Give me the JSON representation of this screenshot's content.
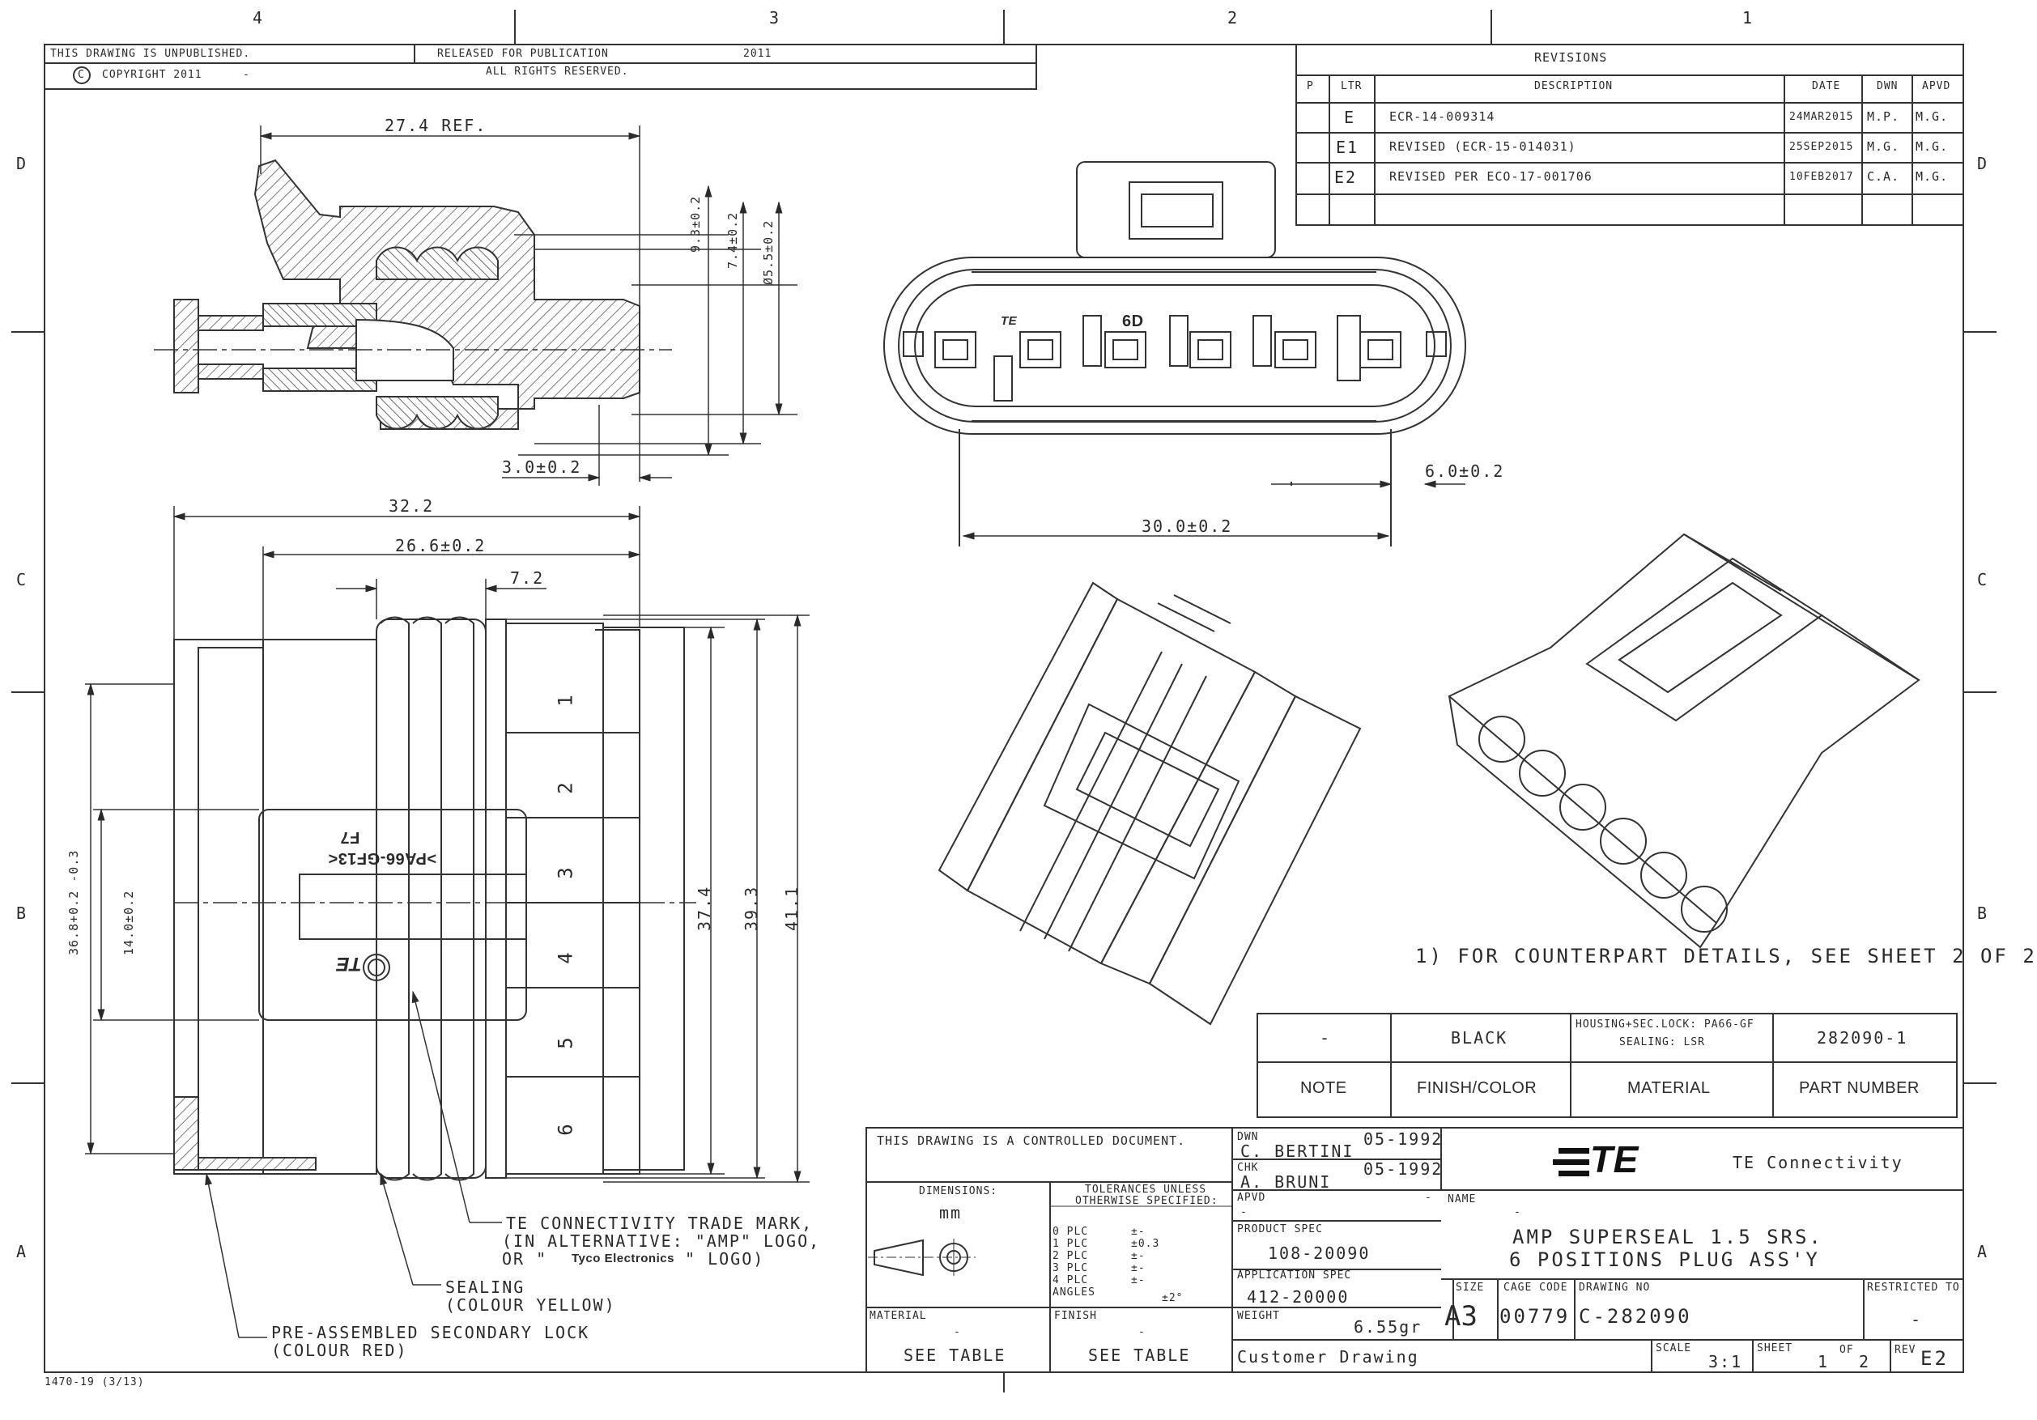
{
  "zones": {
    "columns": [
      "4",
      "3",
      "2",
      "1"
    ],
    "rows": [
      "D",
      "C",
      "B",
      "A"
    ]
  },
  "header": {
    "unpublished": "THIS DRAWING IS UNPUBLISHED.",
    "released": "RELEASED FOR PUBLICATION",
    "released_year": "2011",
    "copyright": "COPYRIGHT 2011",
    "copyright_dash": "-",
    "rights": "ALL RIGHTS RESERVED.",
    "copyright_symbol": "C"
  },
  "revisions": {
    "title": "REVISIONS",
    "headers": {
      "p": "P",
      "ltr": "LTR",
      "description": "DESCRIPTION",
      "date": "DATE",
      "dwn": "DWN",
      "apvd": "APVD"
    },
    "rows": [
      {
        "ltr": "E",
        "description": "ECR-14-009314",
        "date": "24MAR2015",
        "dwn": "M.P.",
        "apvd": "M.G."
      },
      {
        "ltr": "E1",
        "description": "REVISED (ECR-15-014031)",
        "date": "25SEP2015",
        "dwn": "M.G.",
        "apvd": "M.G."
      },
      {
        "ltr": "E2",
        "description": "REVISED PER ECO-17-001706",
        "date": "10FEB2017",
        "dwn": "C.A.",
        "apvd": "M.G."
      }
    ]
  },
  "dimensions": {
    "d_27_4": "27.4 REF.",
    "d_9_3": "9.3±0.2",
    "d_7_4": "7.4±0.2",
    "d_5_5": "Ø5.5±0.2",
    "d_3_0": "3.0±0.2",
    "d_32_2": "32.2",
    "d_26_6": "26.6±0.2",
    "d_7_2": "7.2",
    "d_36_8": "36.8+0.2 -0.3",
    "d_14_0": "14.0±0.2",
    "d_37_4": "37.4",
    "d_39_3": "39.3",
    "d_41_1": "41.1",
    "d_6_0": "6.0±0.2",
    "d_30_0": "30.0±0.2"
  },
  "part_markings": {
    "front_label": "6D",
    "side_marking_1": "F7",
    "side_marking_2": ">PA66-GF13<",
    "positions": [
      "1",
      "2",
      "3",
      "4",
      "5",
      "6"
    ],
    "logo": "TE"
  },
  "callouts": {
    "trademark_1": "TE CONNECTIVITY TRADE MARK,",
    "trademark_2": "(IN ALTERNATIVE: \"AMP\" LOGO,",
    "trademark_3a": "OR \"",
    "trademark_3b": "Tyco Electronics",
    "trademark_3c": "\" LOGO)",
    "sealing_1": "SEALING",
    "sealing_2": "(COLOUR YELLOW)",
    "secondary_1": "PRE-ASSEMBLED SECONDARY LOCK",
    "secondary_2": "(COLOUR RED)",
    "note_1": "1) FOR COUNTERPART DETAILS, SEE SHEET 2 OF 2"
  },
  "parts_table": {
    "note": "-",
    "finish": "BLACK",
    "material_1": "HOUSING+SEC.LOCK: PA66-GF",
    "material_2": "SEALING: LSR",
    "part_number": "282090-1",
    "h_note": "NOTE",
    "h_finish": "FINISH/COLOR",
    "h_material": "MATERIAL",
    "h_part": "PART NUMBER"
  },
  "title_block": {
    "controlled": "THIS DRAWING IS A CONTROLLED DOCUMENT.",
    "dimensions_label": "DIMENSIONS:",
    "dimensions_unit": "mm",
    "tol_1": "TOLERANCES UNLESS",
    "tol_2": "OTHERWISE SPECIFIED:",
    "tol_rows": [
      {
        "k": "0 PLC",
        "v": "±-"
      },
      {
        "k": "1 PLC",
        "v": "±0.3"
      },
      {
        "k": "2 PLC",
        "v": "±-"
      },
      {
        "k": "3 PLC",
        "v": "±-"
      },
      {
        "k": "4 PLC",
        "v": "±-"
      }
    ],
    "angles_label": "ANGLES",
    "angles_value": "±2°",
    "material_label": "MATERIAL",
    "material_dash": "-",
    "material_value": "SEE TABLE",
    "finish_label": "FINISH",
    "finish_dash": "-",
    "finish_value": "SEE TABLE",
    "dwn_label": "DWN",
    "dwn_name": "C. BERTINI",
    "dwn_date": "05-1992",
    "chk_label": "CHK",
    "chk_name": "A. BRUNI",
    "chk_date": "05-1992",
    "apvd_label": "APVD",
    "apvd_name": "-",
    "apvd_date": "-",
    "product_spec_label": "PRODUCT SPEC",
    "product_spec": "108-20090",
    "app_spec_label": "APPLICATION SPEC",
    "app_spec": "412-20000",
    "weight_label": "WEIGHT",
    "weight": "6.55gr",
    "company": "TE Connectivity",
    "logo": "TE",
    "name_label": "NAME",
    "name_dash": "-",
    "name_1": "AMP SUPERSEAL 1.5 SRS.",
    "name_2": "6 POSITIONS PLUG ASS'Y",
    "size_label": "SIZE",
    "size": "A3",
    "cage_label": "CAGE CODE",
    "cage": "00779",
    "drawing_no_label": "DRAWING NO",
    "drawing_no": "C-282090",
    "restricted_label": "RESTRICTED TO",
    "restricted": "-",
    "customer": "Customer Drawing",
    "scale_label": "SCALE",
    "scale": "3:1",
    "sheet_label": "SHEET",
    "sheet": "1",
    "of_label": "OF",
    "of": "2",
    "rev_label": "REV",
    "rev": "E2"
  },
  "form_number": "1470-19 (3/13)"
}
